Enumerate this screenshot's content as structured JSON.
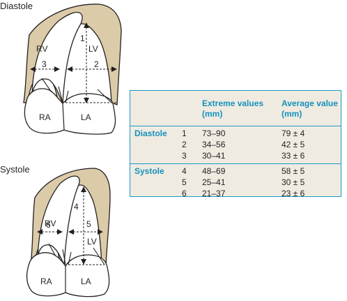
{
  "diastole_heading": "Diastole",
  "systole_heading": "Systole",
  "diastole_labels": {
    "rv": "RV",
    "lv": "LV",
    "ra": "RA",
    "la": "LA",
    "m1": "1",
    "m2": "2",
    "m3": "3"
  },
  "systole_labels": {
    "rv": "RV",
    "lv": "LV",
    "ra": "RA",
    "la": "LA",
    "m4": "4",
    "m5": "5",
    "m6": "6"
  },
  "table": {
    "header_range": "Extreme values (mm)",
    "header_avg": "Average value (mm)",
    "groups": [
      {
        "phase": "Diastole",
        "rows": [
          {
            "num": "1",
            "range": "73–90",
            "avg": "79 ± 4"
          },
          {
            "num": "2",
            "range": "34–56",
            "avg": "42 ± 5"
          },
          {
            "num": "3",
            "range": "30–41",
            "avg": "33 ± 6"
          }
        ]
      },
      {
        "phase": "Systole",
        "rows": [
          {
            "num": "4",
            "range": "48–69",
            "avg": "58 ± 5"
          },
          {
            "num": "5",
            "range": "25–41",
            "avg": "30 ± 5"
          },
          {
            "num": "6",
            "range": "21–37",
            "avg": "23 ± 6"
          }
        ]
      }
    ]
  },
  "colors": {
    "myocardium": "#dccba8",
    "outline": "#231f20",
    "accent": "#1a9ac4",
    "table_bg": "#efebe1"
  }
}
